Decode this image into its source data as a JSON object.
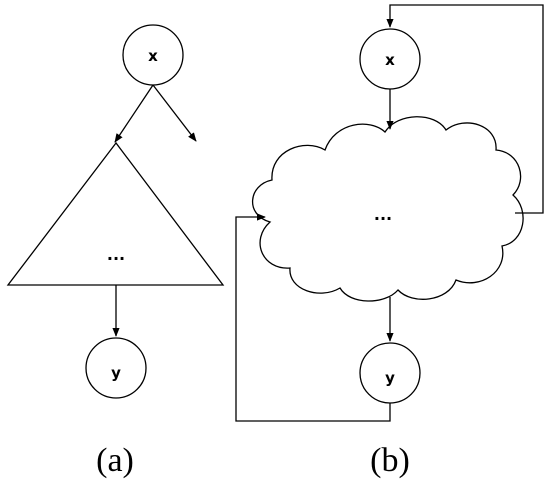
{
  "diagram_a": {
    "input_node": "x",
    "body": "...",
    "output_node": "y",
    "caption": "(a)"
  },
  "diagram_b": {
    "input_node": "x",
    "body": "...",
    "output_node": "y",
    "caption": "(b)"
  },
  "colors": {
    "stroke": "#000000",
    "fill": "#ffffff"
  }
}
